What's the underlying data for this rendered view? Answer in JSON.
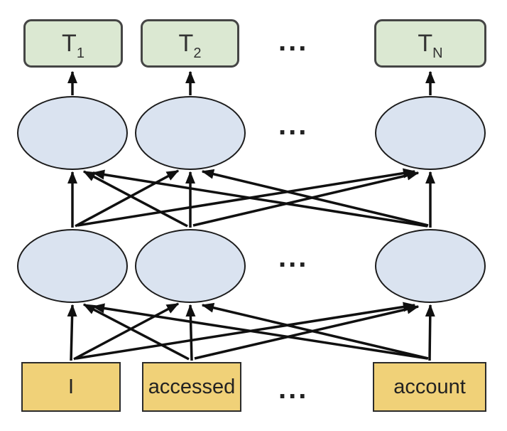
{
  "output_layer": {
    "nodes": [
      {
        "base": "T",
        "sub": "1"
      },
      {
        "base": "T",
        "sub": "2"
      },
      {
        "base": "T",
        "sub": "N"
      }
    ]
  },
  "input_layer": {
    "tokens": [
      "I",
      "accessed",
      "account"
    ]
  },
  "ellipsis": "...",
  "colors": {
    "output_fill": "#dbe8d2",
    "output_border": "#454545",
    "hidden_fill": "#dae3f0",
    "hidden_border": "#1c1c1c",
    "input_fill": "#f0d178",
    "input_border": "#2b2b2b",
    "arrow": "#101010",
    "label_text": "#333333",
    "token_text": "#222222",
    "dots": "#222222"
  }
}
